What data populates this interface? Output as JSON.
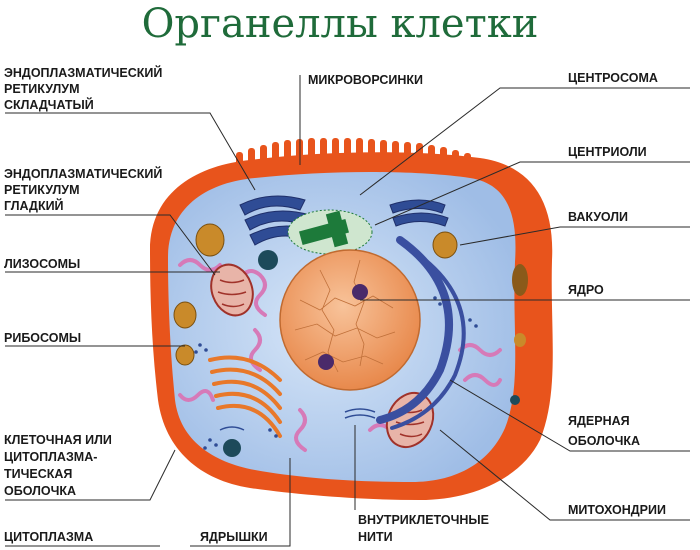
{
  "title": "Органеллы клетки",
  "labels": {
    "er_rough": [
      "ЭНДОПЛАЗМАТИЧЕСКИЙ",
      "РЕТИКУЛУМ",
      "СКЛАДЧАТЫЙ"
    ],
    "er_smooth": [
      "ЭНДОПЛАЗМАТИЧЕСКИЙ",
      "РЕТИКУЛУМ",
      "ГЛАДКИЙ"
    ],
    "lysosomes": [
      "ЛИЗОСОМЫ"
    ],
    "ribosomes": [
      "РИБОСОМЫ"
    ],
    "membrane": [
      "КЛЕТОЧНАЯ ИЛИ",
      "ЦИТОПЛАЗМА-",
      "ТИЧЕСКАЯ",
      "ОБОЛОЧКА"
    ],
    "cytoplasm": [
      "ЦИТОПЛАЗМА"
    ],
    "nucleoli": [
      "ЯДРЫШКИ"
    ],
    "filaments": [
      "ВНУТРИКЛЕТОЧНЫЕ",
      "НИТИ"
    ],
    "microvilli": [
      "МИКРОВОРСИНКИ"
    ],
    "centrosome": [
      "ЦЕНТРОСОМА"
    ],
    "centrioles": [
      "ЦЕНТРИОЛИ"
    ],
    "vacuoles": [
      "ВАКУОЛИ"
    ],
    "nucleus": [
      "ЯДРО"
    ],
    "nuclear_envelope": [
      "ЯДЕРНАЯ",
      "ОБОЛОЧКА"
    ],
    "mitochondria": [
      "МИТОХОНДРИИ"
    ]
  },
  "colors": {
    "title": "#1f6b3a",
    "membrane": "#e8541c",
    "cytoplasm": "#b9d0ee",
    "nucleus": "#f0a06a",
    "nuclear_envelope": "#3a4fa0",
    "golgi": "#e8782a",
    "er": "#d67ab8",
    "centrosome": "#1d7a3a"
  }
}
